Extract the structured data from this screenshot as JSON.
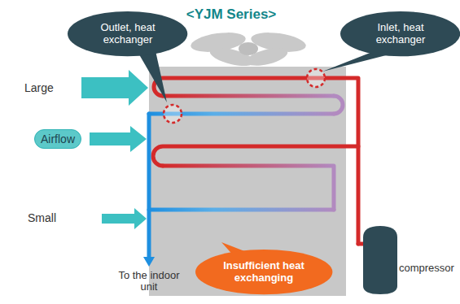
{
  "diagram": {
    "title": "<YJM Series>",
    "nodes": [
      {
        "text": [
          "Outlet, heat exchanger"
        ]
      },
      {
        "text": [
          "Inlet, heat exchanger"
        ]
      },
      {
        "text": [
          "Airflow"
        ]
      },
      {
        "text": [
          "Insufficient heat exchanging"
        ]
      }
    ],
    "labels": [
      "Large",
      "Small",
      "To the indoor unit",
      "compressor"
    ]
  }
}
